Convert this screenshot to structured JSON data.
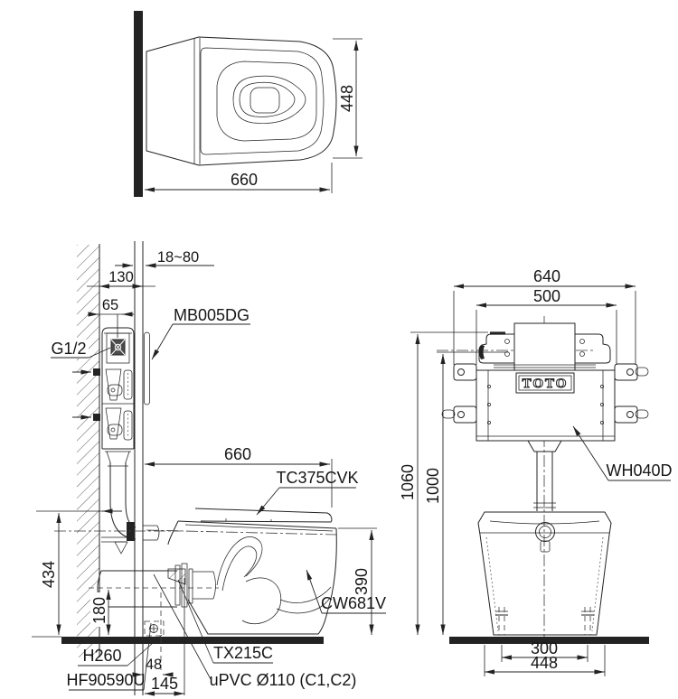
{
  "top_view": {
    "dim_width": "660",
    "dim_depth": "448"
  },
  "side_view": {
    "dim_panel_thickness": "18~80",
    "dim_130": "130",
    "dim_65": "65",
    "label_inlet_thread": "G1/2",
    "label_flush_plate": "MB005DG",
    "dim_width": "660",
    "label_seat_model": "TC375CVK",
    "dim_height": "390",
    "label_bowl_model": "CW681V",
    "dim_434": "434",
    "dim_180": "180",
    "label_h260": "H260",
    "dim_48": "48",
    "label_flush_pipe": "TX215C",
    "label_floor_fixing": "HF90590U",
    "dim_145": "145",
    "label_drain_pipe": "uPVC Ø110 (C1,C2)"
  },
  "front_view": {
    "dim_640": "640",
    "dim_500": "500",
    "dim_1060": "1060",
    "dim_1000": "1000",
    "label_tank_model": "WH040D",
    "brand": "TOTO",
    "dim_300": "300",
    "dim_448": "448"
  },
  "colors": {
    "line": "#232323",
    "background": "#ffffff"
  }
}
